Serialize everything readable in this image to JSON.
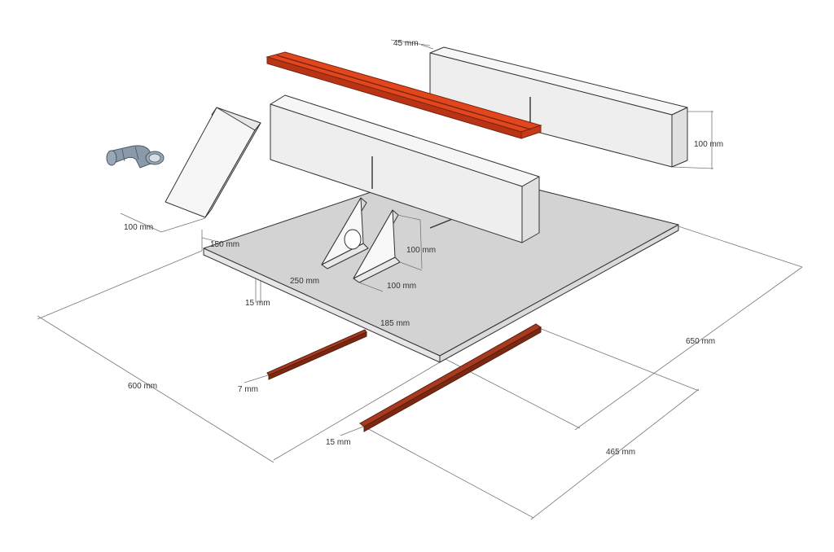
{
  "colors": {
    "background": "#ffffff",
    "board_top": "#d3d3d3",
    "board_side": "#e6e6e6",
    "block_face": "#eeeeee",
    "block_top": "#f6f6f6",
    "block_side": "#e0e0e0",
    "rail": "#e2461d",
    "rail_dark": "#b93415",
    "strip": "#8a2c18",
    "pipe": "#8a9aa8",
    "dimension": "#777777",
    "edge": "#333333"
  },
  "icons": [
    "pipe-elbow-icon"
  ],
  "dimensions": {
    "back_fence_thickness": "45 mm",
    "back_fence_height": "100 mm",
    "side_panel_width": "100 mm",
    "board_edge_offset": "150 mm",
    "board_thickness": "15 mm",
    "brace_spacing": "250 mm",
    "gusset_height": "100 mm",
    "gusset_base": "100 mm",
    "fence_offset": "185 mm",
    "board_width": "600 mm",
    "board_depth": "650 mm",
    "strip_thickness_small": "7 mm",
    "strip_thickness_large": "15 mm",
    "runner_length": "465 mm"
  }
}
